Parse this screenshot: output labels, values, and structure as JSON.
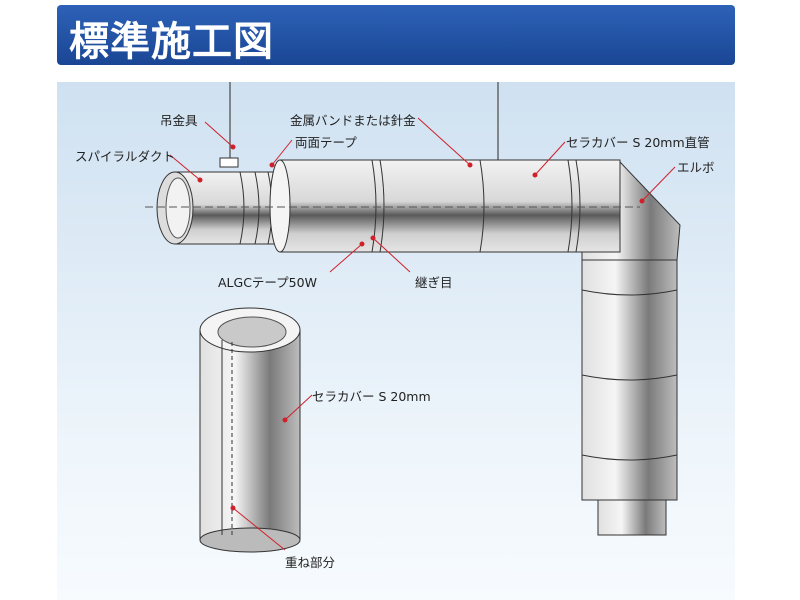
{
  "title": "標準施工図",
  "labels": {
    "hanger": "吊金具",
    "band": "金属バンドまたは針金",
    "spiral_duct": "スパイラルダクト",
    "double_tape": "両面テープ",
    "straight_pipe": "セラカバー S 20mm直管",
    "elbow": "エルボ",
    "algc_tape": "ALGCテープ50W",
    "seam": "継ぎ目",
    "cover": "セラカバー S 20mm",
    "overlap": "重ね部分"
  },
  "colors": {
    "title_bg": "#2257a8",
    "leader": "#d0202a"
  }
}
